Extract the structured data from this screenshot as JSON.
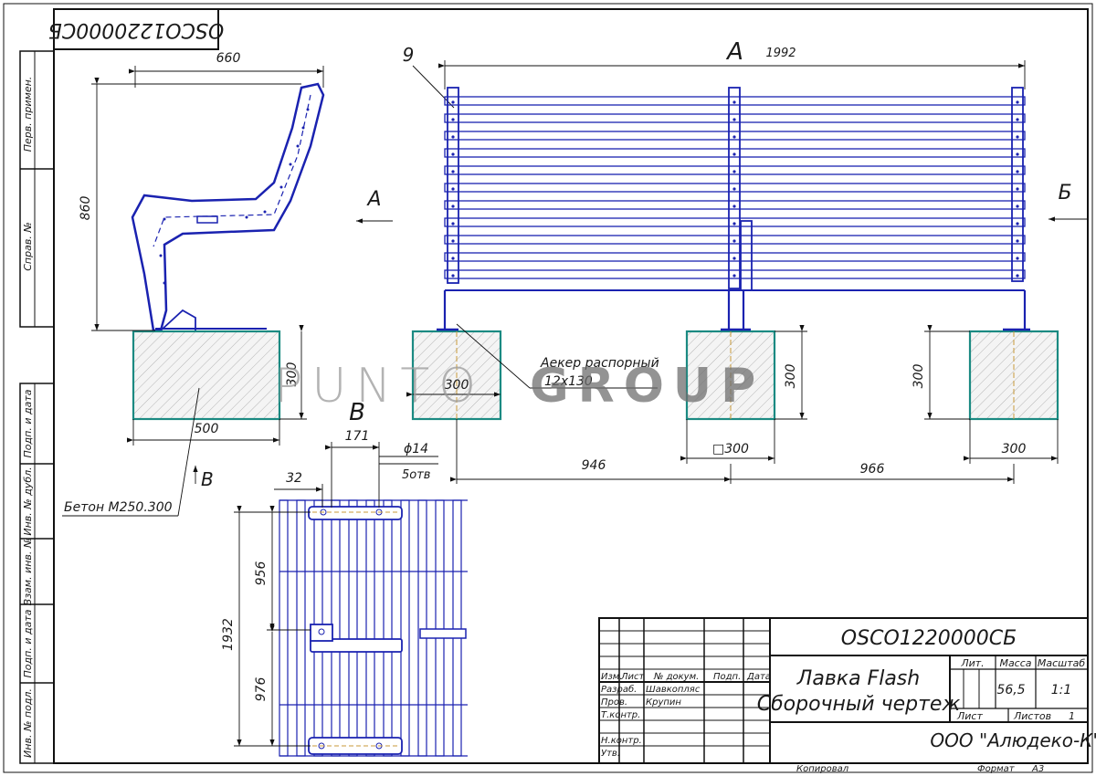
{
  "title_block": {
    "doc_number": "OSCO1220000СБ",
    "doc_number_rotated": "OSCO1220000СБ",
    "product_name": "Лавка Flash",
    "drawing_type": "Сборочный чертеж",
    "lit_label": "Лит.",
    "mass_label": "Масса",
    "scale_label": "Масштаб",
    "mass_value": "56,5",
    "scale_value": "1:1",
    "sheet_label": "Лист",
    "sheets_label": "Листов",
    "sheets_value": "1",
    "company": "ООО \"Алюдеко-К\"",
    "rows": [
      {
        "role": "Изм.",
        "name": ""
      },
      {
        "role": "Разраб.",
        "name": "Шавкопляс"
      },
      {
        "role": "Пров.",
        "name": "Крупин"
      },
      {
        "role": "Т.контр.",
        "name": ""
      },
      {
        "role": "Н.контр.",
        "name": ""
      },
      {
        "role": "Утв.",
        "name": ""
      }
    ],
    "header_cols": [
      "Изм.",
      "Лист",
      "№ докум.",
      "Подп.",
      "Дата"
    ],
    "copied_label": "Копировал",
    "format_label": "Формат",
    "format_value": "А3"
  },
  "side_stamps": [
    "Перв. примен.",
    "Справ. №",
    "Подп. и дата",
    "Инв. № дубл.",
    "Взам. инв. №",
    "Подп. и дата",
    "Инв. № подл."
  ],
  "dimensions": {
    "side_width": "660",
    "side_height": "860",
    "block_height_left": "300",
    "block_width_left": "500",
    "concrete": "Бетон М250.300",
    "view_a_label": "А",
    "view_b_label": "Б",
    "view_v_label": "В",
    "total_length": "1992",
    "callout_9": "9",
    "anchor_note_1": "Аекер распорный",
    "anchor_note_2": "12х130",
    "block_300_a": "300",
    "block_300_b": "300",
    "block_300_c": "300",
    "block_300_sq": "□300",
    "block_300_d": "300",
    "spacing_946": "946",
    "spacing_966": "966",
    "top_171": "171",
    "top_32": "32",
    "hole_dia": "ϕ14",
    "hole_count": "5отв",
    "top_1932": "1932",
    "top_956": "956",
    "top_976": "976"
  },
  "watermark": {
    "part1": "PUNTO",
    "part2": "GROUP"
  },
  "colors": {
    "line": "#1a22b0",
    "block": "#1b8a82",
    "frame": "#111111",
    "watermark_light": "#9a9a9a",
    "watermark_dark": "#6f6f6f"
  }
}
